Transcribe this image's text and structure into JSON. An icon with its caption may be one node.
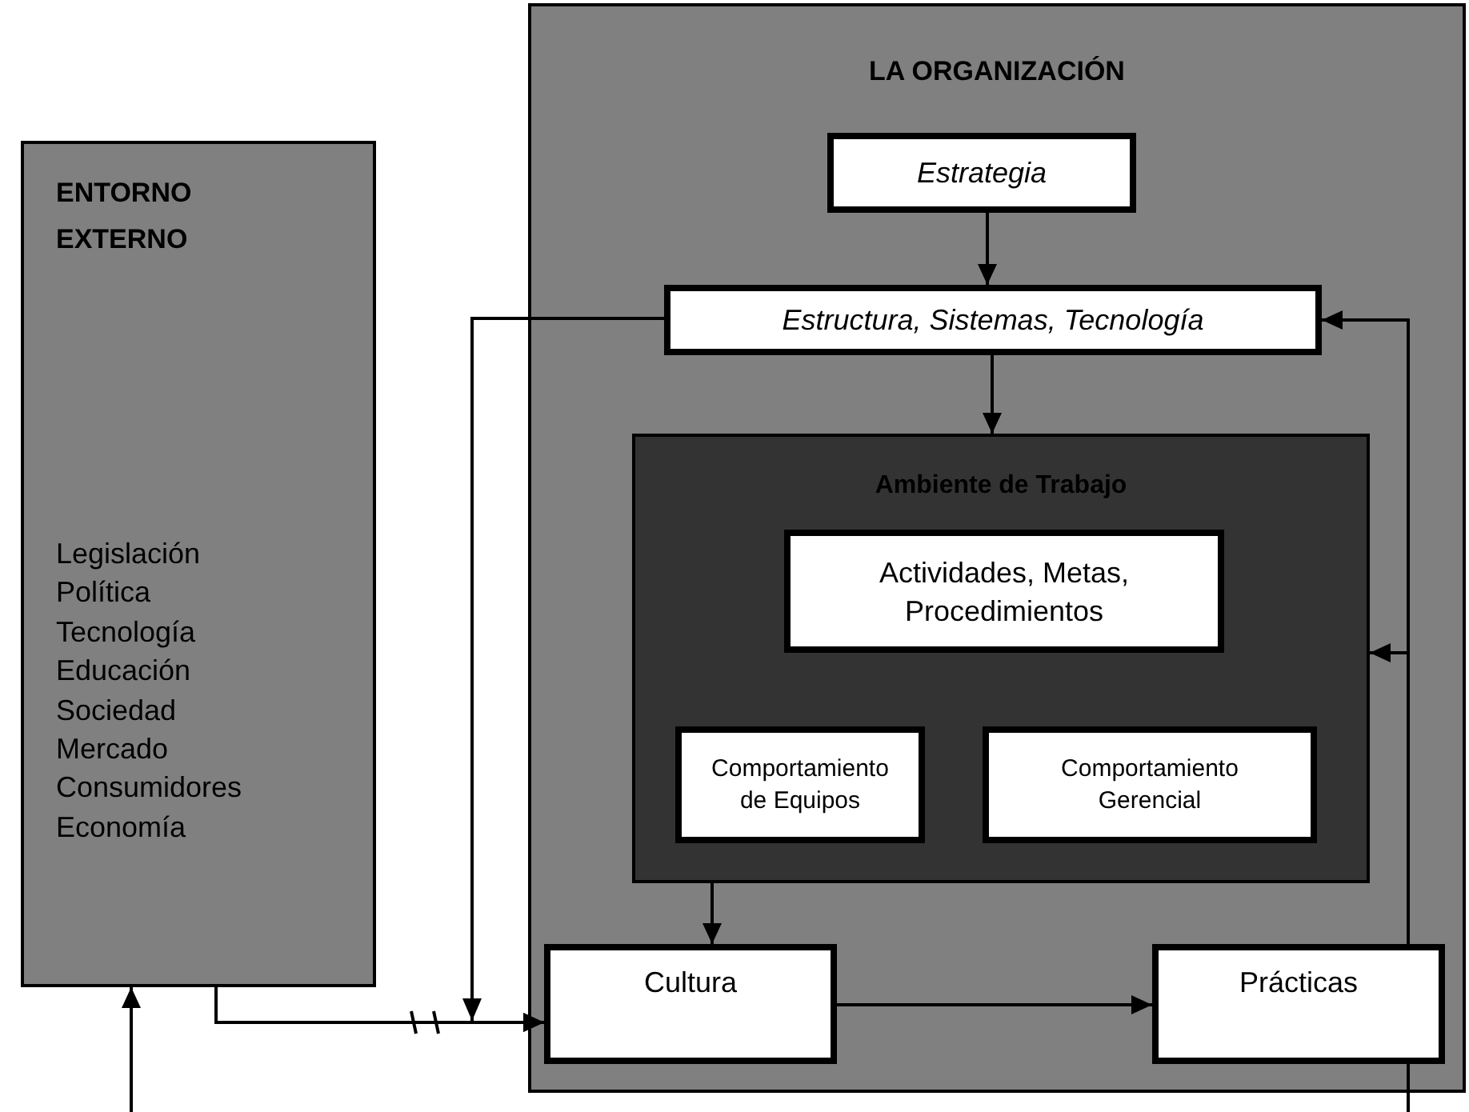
{
  "diagram": {
    "nodes": [
      {
        "text": [
          "ENTORNO EXTERNO",
          "Legislación",
          "Política",
          "Tecnología",
          "Educación",
          "Sociedad",
          "Mercado",
          "Consumidores",
          "Economía"
        ]
      },
      {
        "text": [
          "LA ORGANIZACIÓN"
        ]
      },
      {
        "text": [
          "Estrategia"
        ],
        "in": 1
      },
      {
        "text": [
          "Estructura, Sistemas, Tecnología"
        ],
        "in": 1
      },
      {
        "text": [
          "Ambiente de Trabajo"
        ],
        "in": 1
      },
      {
        "text": [
          "Actividades, Metas, Procedimientos"
        ],
        "in": 4
      },
      {
        "text": [
          "Comportamiento de Equipos"
        ],
        "in": 4
      },
      {
        "text": [
          "Comportamiento Gerencial"
        ],
        "in": 4
      },
      {
        "text": [
          "Cultura"
        ],
        "in": 1
      },
      {
        "text": [
          "Prácticas"
        ],
        "in": 1
      }
    ],
    "edges": [
      {
        "from": 2,
        "to": 3,
        "arrow": "to"
      },
      {
        "from": 3,
        "to": 4,
        "arrow": "to"
      },
      {
        "from": 4,
        "to": 8,
        "arrow": "to"
      },
      {
        "from": 8,
        "to": 9,
        "arrow": "to"
      },
      {
        "from": 9,
        "to": 3,
        "arrow": "to"
      },
      {
        "from": 9,
        "to": 4,
        "arrow": "to"
      },
      {
        "from": 0,
        "to": 8,
        "arrow": "to"
      },
      {
        "from": 3,
        "to": 8,
        "arrow": "to"
      },
      {
        "from": null,
        "to": 0,
        "arrow": "to"
      },
      {
        "from": 9,
        "to": null,
        "arrow": "none"
      }
    ]
  }
}
